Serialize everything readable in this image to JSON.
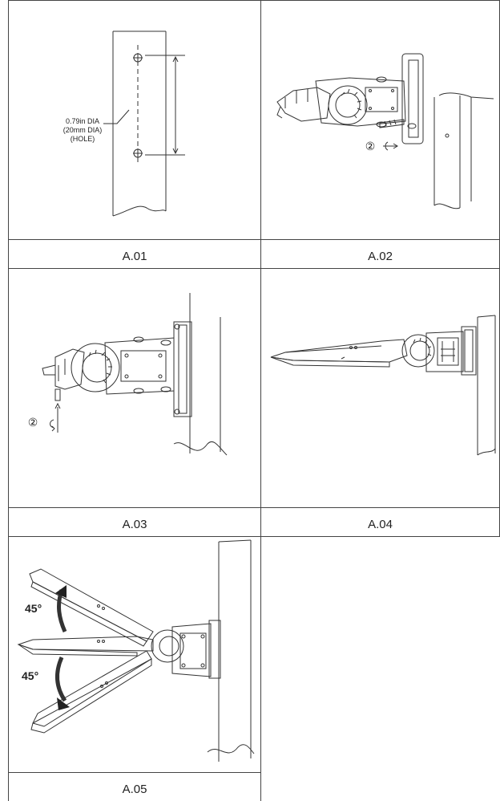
{
  "panels": [
    {
      "id": "a01",
      "caption": "A.01",
      "labels": {
        "dia_in": "0.79in DIA",
        "dia_mm": "(20mm DIA)",
        "hole": "(HOLE)"
      }
    },
    {
      "id": "a02",
      "caption": "A.02",
      "labels": {
        "step": "②"
      }
    },
    {
      "id": "a03",
      "caption": "A.03",
      "labels": {
        "step": "②"
      }
    },
    {
      "id": "a04",
      "caption": "A.04"
    },
    {
      "id": "a05",
      "caption": "A.05",
      "labels": {
        "angle_up": "45°",
        "angle_down": "45°"
      }
    }
  ],
  "colors": {
    "line": "#333333",
    "border": "#444444"
  }
}
